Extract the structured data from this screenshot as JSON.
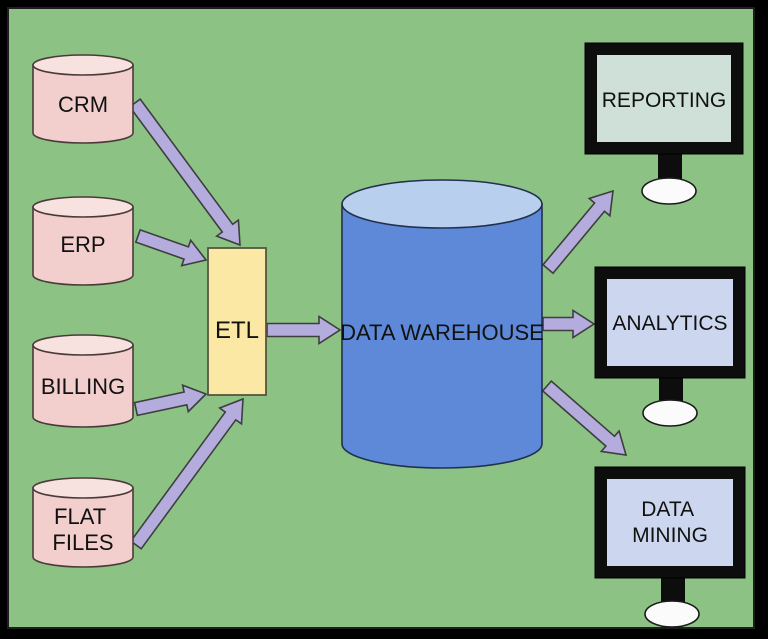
{
  "diagram": {
    "type": "data-warehouse-architecture-flow",
    "colors": {
      "background": "#8cc384",
      "border": "#000000",
      "source_fill": "#f2cfcc",
      "source_top_fill": "#f8e2e0",
      "etl_fill": "#fae8a4",
      "warehouse_fill": "#5d89d8",
      "warehouse_top_fill": "#b8cfed",
      "arrow_fill": "#b5acde",
      "monitor_frame": "#0d0d0d",
      "reporting_screen": "#cfe0d9",
      "analytics_screen": "#ccd7ef",
      "mining_screen": "#ccd7ef",
      "monitor_base_fill": "#fbfbfb"
    },
    "sources": [
      {
        "id": "crm",
        "label": "CRM"
      },
      {
        "id": "erp",
        "label": "ERP"
      },
      {
        "id": "billing",
        "label": "BILLING"
      },
      {
        "id": "flat-files",
        "label": "FLAT FILES",
        "line1": "FLAT",
        "line2": "FILES"
      }
    ],
    "etl": {
      "label": "ETL"
    },
    "warehouse": {
      "label": "DATA WAREHOUSE"
    },
    "outputs": [
      {
        "id": "reporting",
        "label": "REPORTING"
      },
      {
        "id": "analytics",
        "label": "ANALYTICS"
      },
      {
        "id": "data-mining",
        "label": "DATA MINING",
        "line1": "DATA",
        "line2": "MINING"
      }
    ],
    "connections": [
      "CRM -> ETL",
      "ERP -> ETL",
      "BILLING -> ETL",
      "FLAT FILES -> ETL",
      "ETL -> DATA WAREHOUSE",
      "DATA WAREHOUSE -> REPORTING",
      "DATA WAREHOUSE -> ANALYTICS",
      "DATA WAREHOUSE -> DATA MINING"
    ]
  }
}
